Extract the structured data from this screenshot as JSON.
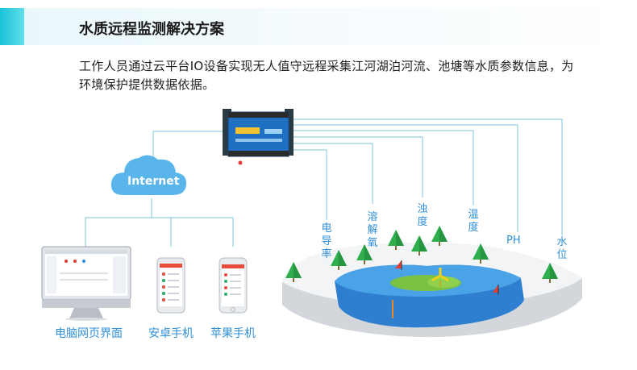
{
  "header": {
    "title": "水质远程监测解决方案",
    "description": "工作人员通过云平台IO设备实现无人值守远程采集江河湖泊河流、池塘等水质参数信息，为环境保护提供数据依据。"
  },
  "cloud": {
    "label": "Internet"
  },
  "clients": [
    {
      "label": "电脑网页界面"
    },
    {
      "label": "安卓手机"
    },
    {
      "label": "苹果手机"
    }
  ],
  "sensors": [
    {
      "label": "电导率"
    },
    {
      "label": "溶解氧"
    },
    {
      "label": "浊度"
    },
    {
      "label": "温度"
    },
    {
      "label": "PH"
    },
    {
      "label": "水位"
    }
  ],
  "colors": {
    "accent": "#2f8fd8",
    "line": "#7fc4e3",
    "cloud": "#5ab5ea",
    "water": "#2f7fd0",
    "header": "#19c4d9"
  }
}
